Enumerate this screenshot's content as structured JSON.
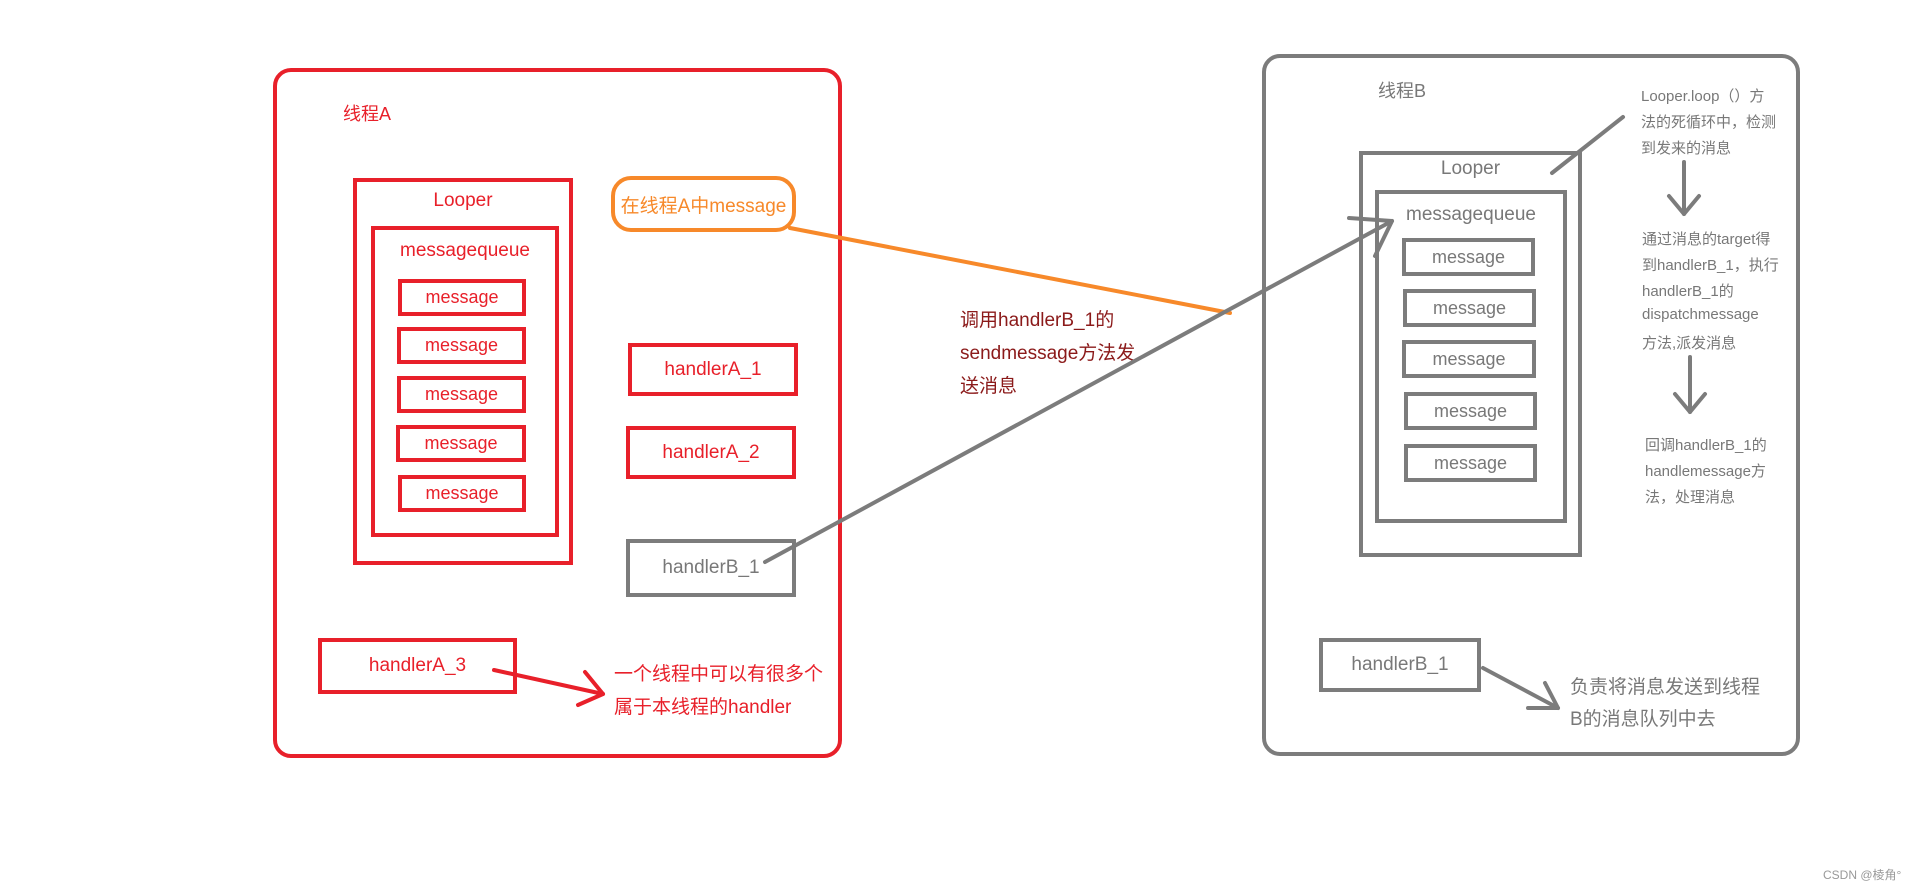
{
  "thread_a": {
    "title": "线程A",
    "looper_label": "Looper",
    "queue_label": "messagequeue",
    "messages": [
      "message",
      "message",
      "message",
      "message",
      "message"
    ],
    "message_note": "在线程A中message",
    "handlers": [
      "handlerA_1",
      "handlerA_2"
    ],
    "handler_b_ref": "handlerB_1",
    "handler_a3": "handlerA_3",
    "multi_handler_note": [
      "一个线程中可以有很多个",
      "属于本线程的handler"
    ]
  },
  "middle_note": [
    "调用handlerB_1的",
    "sendmessage方法发",
    "送消息"
  ],
  "thread_b": {
    "title": "线程B",
    "looper_label": "Looper",
    "queue_label": "messagequeue",
    "messages": [
      "message",
      "message",
      "message",
      "message",
      "message"
    ],
    "loop_note": [
      "Looper.loop（）方",
      "法的死循环中，检测",
      "到发来的消息"
    ],
    "dispatch_note": [
      "通过消息的target得",
      "到handlerB_1，执行",
      "handlerB_1的",
      "dispatchmessage",
      "方法,派发消息"
    ],
    "callback_note": [
      "回调handlerB_1的",
      "handlemessage方",
      "法，处理消息"
    ],
    "handler_label": "handlerB_1",
    "handler_note": [
      "负责将消息发送到线程",
      "B的消息队列中去"
    ]
  },
  "watermark": "CSDN @棱角°",
  "colors": {
    "red": "#e8202a",
    "gray": "#7c7c7c",
    "orange": "#f7892a",
    "dark_red": "#8b1a1a"
  }
}
